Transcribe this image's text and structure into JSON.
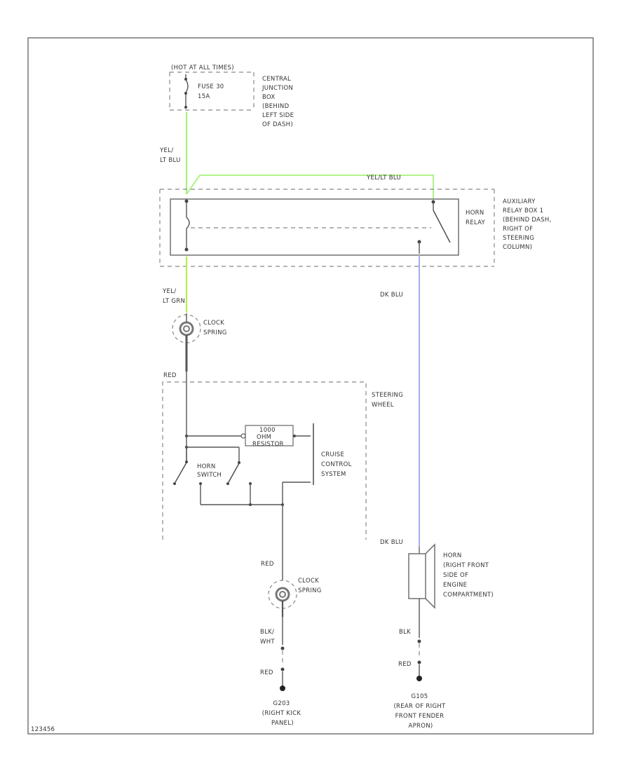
{
  "colors": {
    "wire_yel_lt_blu": "#a6f27a",
    "wire_yel_lt_grn": "#b8ee4a",
    "wire_dk_blu": "#9db0ee",
    "line": "#555555",
    "dashed": "#888888"
  },
  "labels": {
    "hot_at_all_times": "(HOT AT ALL TIMES)",
    "fuse": [
      "FUSE 30",
      "15A"
    ],
    "central_junction_box": [
      "CENTRAL",
      "JUNCTION",
      "BOX",
      "(BEHIND",
      "LEFT SIDE",
      "OF DASH)"
    ],
    "wire_yel_lt_blu_left": [
      "YEL/",
      "LT BLU"
    ],
    "wire_yel_lt_blu_top": "YEL/LT BLU",
    "horn_relay": [
      "HORN",
      "RELAY"
    ],
    "aux_relay_box": [
      "AUXILIARY",
      "RELAY BOX 1",
      "(BEHIND DASH,",
      "RIGHT OF",
      "STEERING",
      "COLUMN)"
    ],
    "wire_yel_lt_grn": [
      "YEL/",
      "LT GRN"
    ],
    "wire_dk_blu_upper": "DK BLU",
    "clock_spring_upper": [
      "CLOCK",
      "SPRING"
    ],
    "wire_red": "RED",
    "steering_wheel": [
      "STEERING",
      "WHEEL"
    ],
    "resistor": [
      "1000",
      "OHM",
      "RESISTOR"
    ],
    "horn_switch": [
      "HORN",
      "SWITCH"
    ],
    "cruise_control": [
      "CRUISE",
      "CONTROL",
      "SYSTEM"
    ],
    "wire_dk_blu_lower": "DK BLU",
    "horn": [
      "HORN",
      "(RIGHT FRONT",
      "SIDE OF",
      "ENGINE",
      "COMPARTMENT)"
    ],
    "wire_red_lower": "RED",
    "clock_spring_lower": [
      "CLOCK",
      "SPRING"
    ],
    "wire_blk_wht": [
      "BLK/",
      "WHT"
    ],
    "wire_blk": "BLK",
    "wire_red_bottom_left": "RED",
    "wire_red_bottom_right": "RED",
    "ground_left": [
      "G203",
      "(RIGHT KICK",
      "PANEL)"
    ],
    "ground_right": [
      "G105",
      "(REAR OF RIGHT",
      "FRONT FENDER",
      "APRON)"
    ],
    "figure_id": "123456"
  }
}
